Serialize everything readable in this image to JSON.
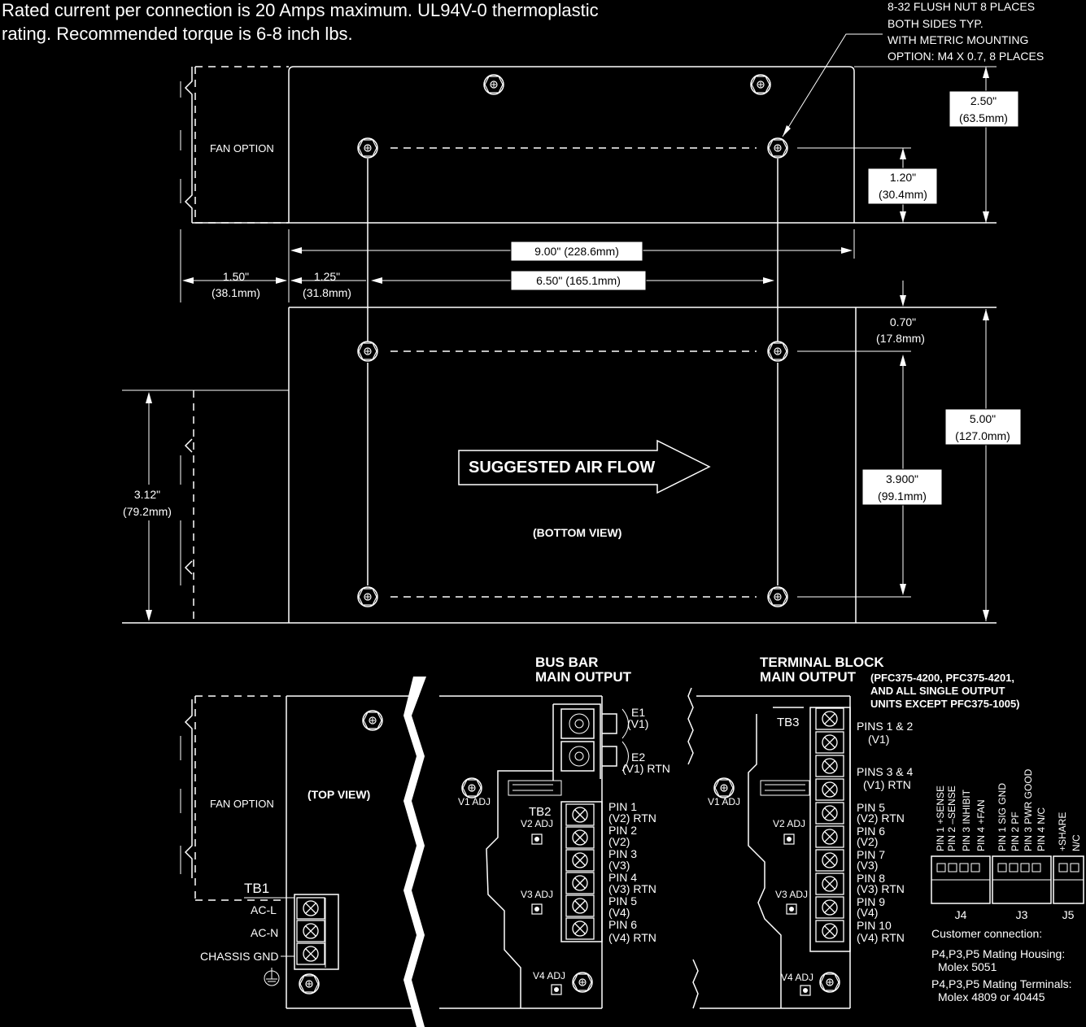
{
  "notes": {
    "line1": "Rated current per connection is 20 Amps maximum.  UL94V-0 thermoplastic",
    "line2": "rating.  Recommended torque is 6-8 inch lbs."
  },
  "callout": {
    "line1": "8-32 FLUSH NUT 8 PLACES",
    "line2": "BOTH SIDES TYP.",
    "line3": "WITH METRIC MOUNTING",
    "line4": "OPTION: M4 X 0.7, 8 PLACES"
  },
  "dims": {
    "d250_in": "2.50\"",
    "d250_mm": "(63.5mm)",
    "d120_in": "1.20\"",
    "d120_mm": "(30.4mm)",
    "d900": "9.00\" (228.6mm)",
    "d650": "6.50\" (165.1mm)",
    "d150_in": "1.50\"",
    "d150_mm": "(38.1mm)",
    "d125_in": "1.25\"",
    "d125_mm": "(31.8mm)",
    "d070_in": "0.70\"",
    "d070_mm": "(17.8mm)",
    "d500_in": "5.00\"",
    "d500_mm": "(127.0mm)",
    "d390_in": "3.900\"",
    "d390_mm": "(99.1mm)",
    "d312_in": "3.12\"",
    "d312_mm": "(79.2mm)"
  },
  "labels": {
    "fan_option": "FAN OPTION",
    "airflow": "SUGGESTED AIR FLOW",
    "bottom_view": "(BOTTOM  VIEW)",
    "top_view": "(TOP VIEW)",
    "busbar_1": "BUS BAR",
    "busbar_2": "MAIN OUTPUT",
    "tb_1": "TERMINAL BLOCK",
    "tb_2": "MAIN OUTPUT",
    "tb_note1": "(PFC375-4200, PFC375-4201,",
    "tb_note2": "AND ALL SINGLE OUTPUT",
    "tb_note3": "UNITS EXCEPT PFC375-1005)",
    "tb1": "TB1",
    "tb2": "TB2",
    "tb3": "TB3",
    "ac_l": "AC-L",
    "ac_n": "AC-N",
    "chassis_gnd": "CHASSIS GND",
    "v1_adj": "V1 ADJ",
    "v2_adj": "V2 ADJ",
    "v3_adj": "V3 ADJ",
    "v4_adj": "V4 ADJ"
  },
  "busbar_pins": [
    {
      "a": "E1",
      "b": "(V1)"
    },
    {
      "a": "E2",
      "b": "(V1) RTN"
    }
  ],
  "tb2_pins": [
    {
      "a": "PIN 1",
      "b": "(V2) RTN"
    },
    {
      "a": "PIN 2",
      "b": "(V2)"
    },
    {
      "a": "PIN 3",
      "b": "(V3)"
    },
    {
      "a": "PIN 4",
      "b": "(V3) RTN"
    },
    {
      "a": "PIN 5",
      "b": "(V4)"
    },
    {
      "a": "PIN 6",
      "b": "(V4) RTN"
    }
  ],
  "tb3_pins": [
    {
      "a": "PINS 1 & 2",
      "b": "(V1)"
    },
    {
      "a": "PINS 3 & 4",
      "b": "(V1) RTN"
    },
    {
      "a": "PIN 5",
      "b": "(V2) RTN"
    },
    {
      "a": "PIN 6",
      "b": "(V2)"
    },
    {
      "a": "PIN 7",
      "b": "(V3)"
    },
    {
      "a": "PIN 8",
      "b": "(V3) RTN"
    },
    {
      "a": "PIN 9",
      "b": "(V4)"
    },
    {
      "a": "PIN 10",
      "b": "(V4) RTN"
    }
  ],
  "connectors": {
    "j4": {
      "name": "J4",
      "pins": [
        "PIN 1 +SENSE",
        "PIN 2 –SENSE",
        "PIN 3 INHIBIT",
        "PIN 4 +FAN"
      ]
    },
    "j3": {
      "name": "J3",
      "pins": [
        "PIN 1 SIG GND",
        "PIN 2 PF",
        "PIN 3 PWR GOOD",
        "PIN 4 N/C"
      ]
    },
    "j5": {
      "name": "J5",
      "pins": [
        "+SHARE",
        "N/C"
      ]
    },
    "customer": "Customer connection:",
    "housing1": "P4,P3,P5 Mating Housing:",
    "housing2": "Molex 5051",
    "term1": "P4,P3,P5 Mating Terminals:",
    "term2": "Molex 4809 or 40445"
  }
}
